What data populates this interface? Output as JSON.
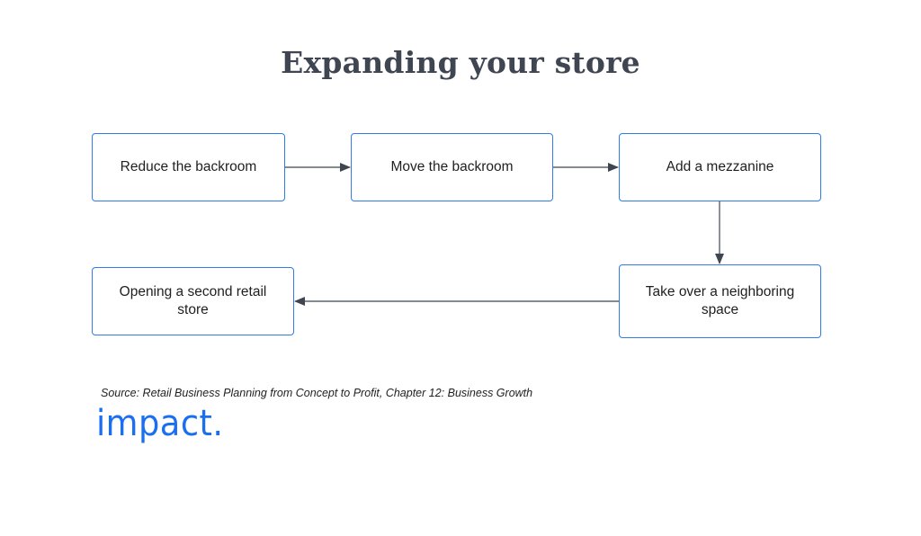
{
  "title": "Expanding your store",
  "nodes": [
    {
      "id": "n1",
      "label": "Reduce the backroom"
    },
    {
      "id": "n2",
      "label": "Move the backroom"
    },
    {
      "id": "n3",
      "label": "Add a mezzanine"
    },
    {
      "id": "n4",
      "label": "Take over a neighboring space"
    },
    {
      "id": "n5",
      "label": "Opening a second retail store"
    }
  ],
  "edges": [
    {
      "from": "n1",
      "to": "n2"
    },
    {
      "from": "n2",
      "to": "n3"
    },
    {
      "from": "n3",
      "to": "n4"
    },
    {
      "from": "n4",
      "to": "n5"
    }
  ],
  "source": "Source: Retail Business Planning from Concept to Profit, Chapter 12: Business Growth",
  "logo": "impact.",
  "colors": {
    "node_border": "#2e7bea",
    "connector": "#3f4652",
    "title": "#3f4652",
    "logo": "#1a6ff0"
  }
}
